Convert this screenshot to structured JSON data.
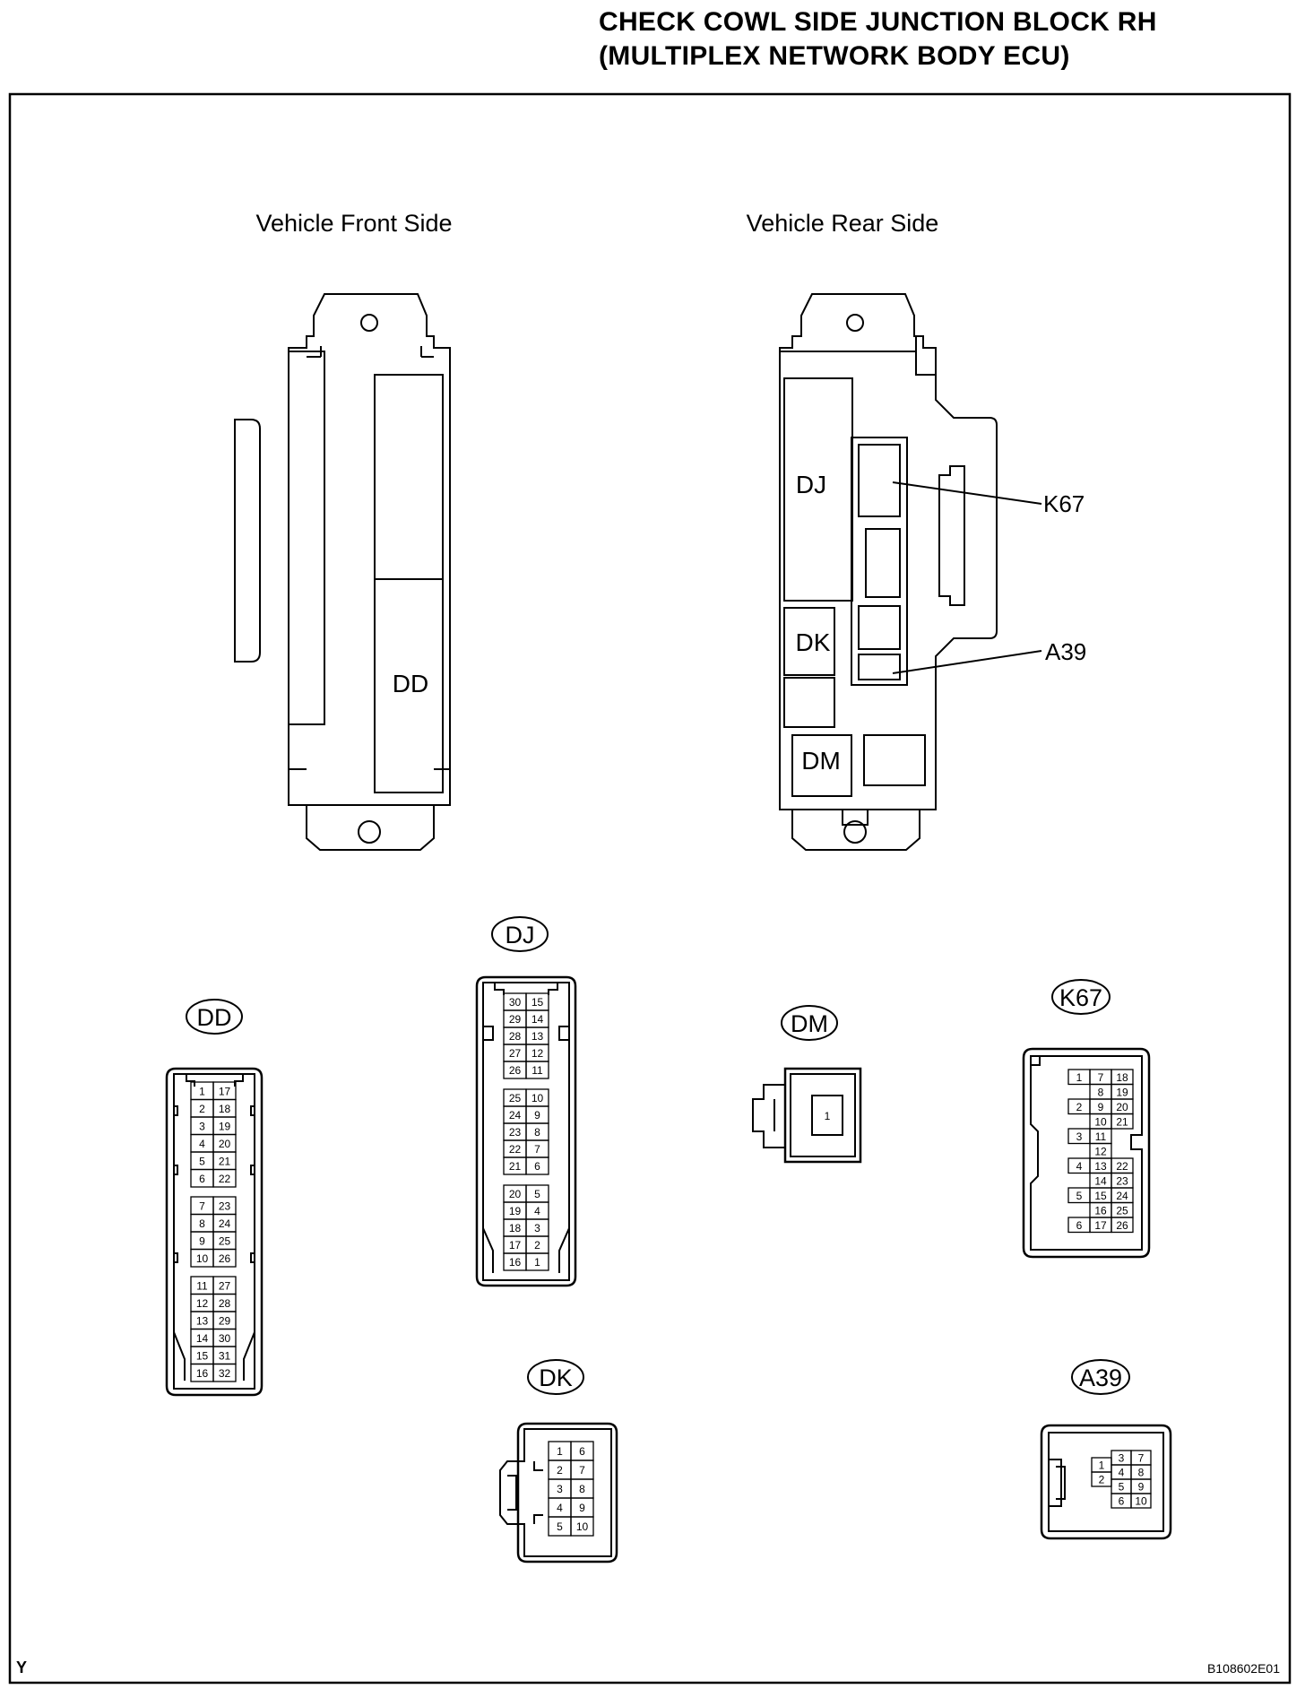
{
  "page": {
    "title_line1": "CHECK COWL SIDE JUNCTION BLOCK RH",
    "title_line2": "(MULTIPLEX NETWORK BODY ECU)",
    "corner_code": "Y",
    "figure_id": "B108602E01"
  },
  "views": {
    "front_label": "Vehicle Front Side",
    "rear_label": "Vehicle Rear Side",
    "front_connector_dd": "DD",
    "rear_connector_dj": "DJ",
    "rear_connector_dk": "DK",
    "rear_connector_dm": "DM",
    "callout_k67": "K67",
    "callout_a39": "A39"
  },
  "connectors": {
    "DD": {
      "name": "DD",
      "left_pins": [
        "1",
        "2",
        "3",
        "4",
        "5",
        "6",
        "7",
        "8",
        "9",
        "10",
        "11",
        "12",
        "13",
        "14",
        "15",
        "16"
      ],
      "right_pins": [
        "17",
        "18",
        "19",
        "20",
        "21",
        "22",
        "23",
        "24",
        "25",
        "26",
        "27",
        "28",
        "29",
        "30",
        "31",
        "32"
      ]
    },
    "DJ": {
      "name": "DJ",
      "left_pins": [
        "30",
        "29",
        "28",
        "27",
        "26",
        "25",
        "24",
        "23",
        "22",
        "21",
        "20",
        "19",
        "18",
        "17",
        "16"
      ],
      "right_pins": [
        "15",
        "14",
        "13",
        "12",
        "11",
        "10",
        "9",
        "8",
        "7",
        "6",
        "5",
        "4",
        "3",
        "2",
        "1"
      ]
    },
    "DM": {
      "name": "DM",
      "pins": [
        "1"
      ]
    },
    "K67": {
      "name": "K67",
      "col1": [
        "1",
        "",
        "2",
        "",
        "3",
        "",
        "4",
        "",
        "5",
        "",
        "6"
      ],
      "col2": [
        "7",
        "8",
        "9",
        "10",
        "11",
        "12",
        "13",
        "14",
        "15",
        "16",
        "17"
      ],
      "col3": [
        "18",
        "19",
        "20",
        "21",
        "",
        "",
        "22",
        "23",
        "24",
        "25",
        "26"
      ]
    },
    "DK": {
      "name": "DK",
      "left_pins": [
        "1",
        "2",
        "3",
        "4",
        "5"
      ],
      "right_pins": [
        "6",
        "7",
        "8",
        "9",
        "10"
      ]
    },
    "A39": {
      "name": "A39",
      "col1": [
        "1",
        "2"
      ],
      "col2": [
        "3",
        "4",
        "5",
        "6"
      ],
      "col3": [
        "7",
        "8",
        "9",
        "10"
      ]
    }
  }
}
